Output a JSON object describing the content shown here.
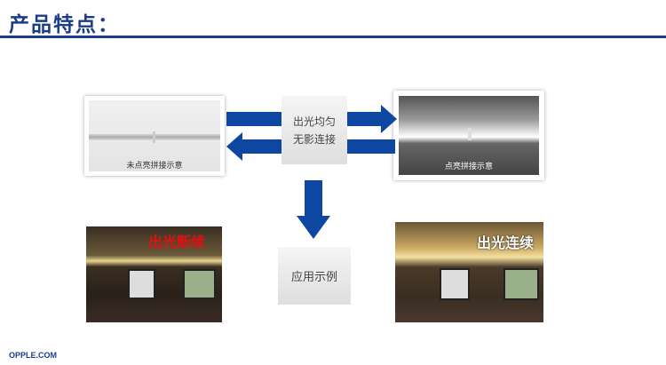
{
  "title": "产品特点：",
  "footer": "OPPLE.COM",
  "left_demo": {
    "caption": "未点亮拼接示意"
  },
  "right_demo": {
    "caption": "点亮拼接示意"
  },
  "center_box": {
    "line1": "出光均匀",
    "line2": "无影连接"
  },
  "example_box": {
    "label": "应用示例"
  },
  "photo_left": {
    "overlay": "出光断续"
  },
  "photo_right": {
    "overlay": "出光连续"
  },
  "colors": {
    "brand": "#1b3c8c",
    "arrow": "#0d47a1",
    "overlay_red": "#e01010"
  }
}
